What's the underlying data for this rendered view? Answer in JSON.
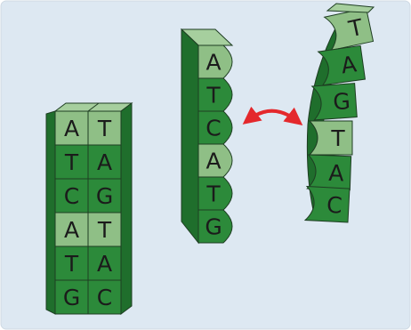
{
  "colors": {
    "background": "#dde8f2",
    "light_block": "#8fbf86",
    "dark_block": "#2c8a3a",
    "light_top": "#a6cf9e",
    "dark_top": "#5fa866",
    "side_dark": "#1f6e2c",
    "outline": "#1e3d22",
    "arrow": "#e4282c"
  },
  "double_helix": {
    "rows": [
      {
        "left": "A",
        "right": "T"
      },
      {
        "left": "T",
        "right": "A"
      },
      {
        "left": "C",
        "right": "G"
      },
      {
        "left": "A",
        "right": "T"
      },
      {
        "left": "T",
        "right": "A"
      },
      {
        "left": "G",
        "right": "C"
      }
    ]
  },
  "strand_1": {
    "bases": [
      "A",
      "T",
      "C",
      "A",
      "T",
      "G"
    ]
  },
  "strand_2": {
    "bases": [
      "T",
      "A",
      "G",
      "T",
      "A",
      "C"
    ]
  },
  "pairing_arrow": {
    "icon": "double-headed-curved-arrow",
    "direction": "bidirectional"
  }
}
